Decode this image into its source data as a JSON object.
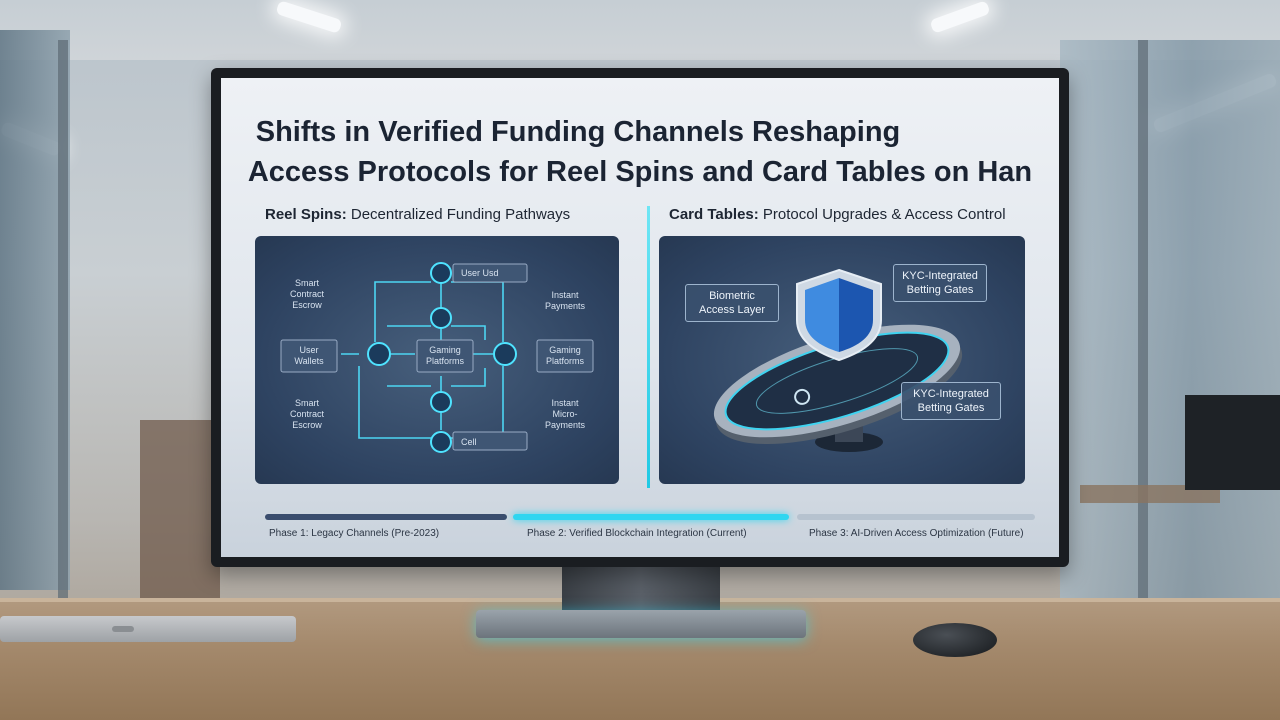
{
  "screen": {
    "title_line1": "Shifts in Verified Funding Channels Reshaping",
    "title_line2": "Access Protocols for Reel Spins and Card Tables on Han",
    "left_section": {
      "label_bold": "Reel Spins:",
      "label_rest": " Decentralized Funding Pathways",
      "diagram": {
        "smart_contract_top": [
          "Smart",
          "Contract",
          "Escrow"
        ],
        "user_wallets": [
          "User",
          "Wallets"
        ],
        "smart_contract_bottom": [
          "Smart",
          "Contract",
          "Escrow"
        ],
        "top_node_label": "User Usd",
        "center_box": [
          "Gaming",
          "Platforms"
        ],
        "right_box": [
          "Gaming",
          "Platforms"
        ],
        "instant_payments": [
          "Instant",
          "Payments"
        ],
        "instant_micro": [
          "Instant",
          "Micro-",
          "Payments"
        ],
        "bottom_node_label": "Cell"
      }
    },
    "right_section": {
      "label_bold": "Card Tables:",
      "label_rest": " Protocol Upgrades & Access Control",
      "callout_biometric": [
        "Biometric",
        "Access Layer"
      ],
      "callout_kyc_top": [
        "KYC-Integrated",
        "Betting Gates"
      ],
      "callout_kyc_bottom": [
        "KYC-Integrated",
        "Betting Gates"
      ]
    },
    "timeline": {
      "phases": [
        {
          "label": "Phase 1: Legacy Channels (Pre-2023)",
          "color": "#3a4d6e"
        },
        {
          "label": "Phase 2: Verified Blockchain Integration (Current)",
          "color": "#2fd6f0"
        },
        {
          "label": "Phase 3: AI-Driven Access Optimization (Future)",
          "color": "#b6c2cf"
        }
      ]
    }
  },
  "colors": {
    "accent": "#2fd6f0",
    "panel": "#2e4361",
    "title": "#1b2433"
  }
}
